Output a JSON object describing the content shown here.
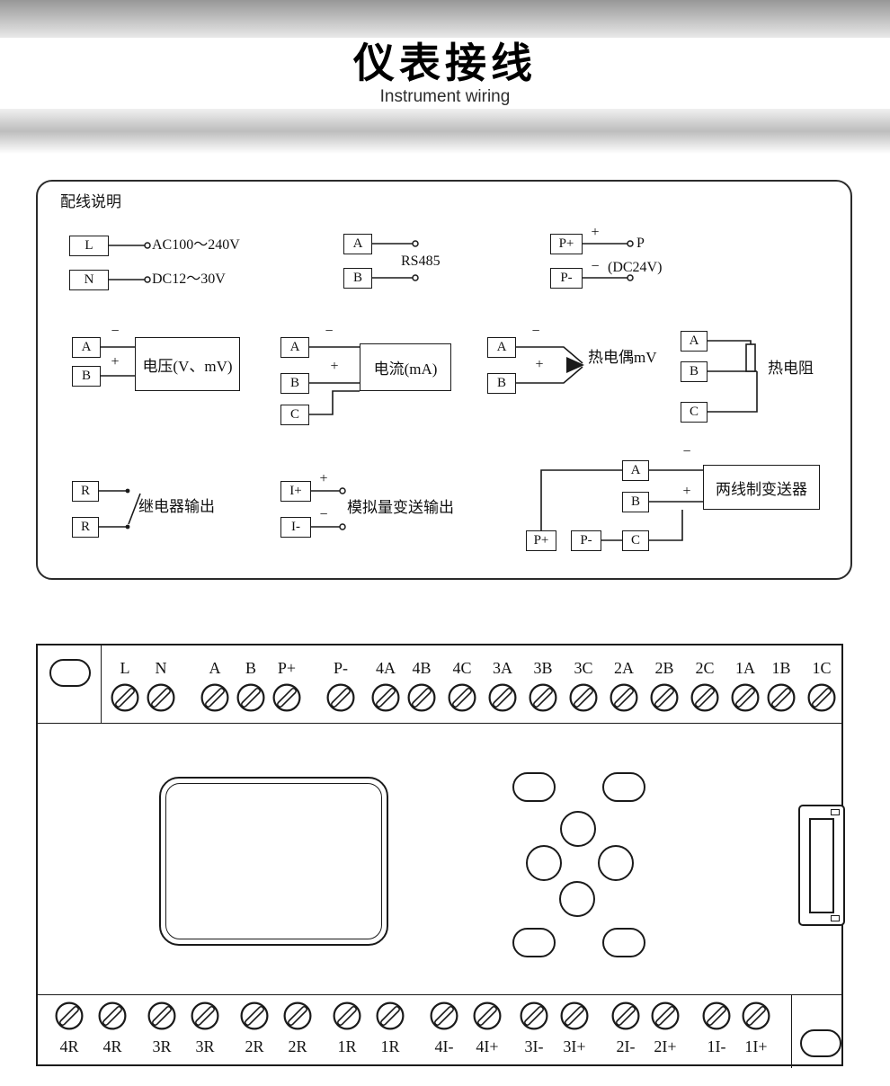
{
  "header": {
    "title": "仪表接线",
    "subtitle": "Instrument wiring"
  },
  "wiring": {
    "box_label": "配线说明",
    "power_in": {
      "t1": "L",
      "t2": "N",
      "line1": "AC100～240V",
      "line2": "DC12～30V"
    },
    "rs485": {
      "t1": "A",
      "t2": "B",
      "label": "RS485"
    },
    "power_out": {
      "t1": "P+",
      "t2": "P-",
      "plus": "+",
      "minus": "−",
      "label1": "P",
      "label2": "(DC24V)"
    },
    "voltage": {
      "t1": "A",
      "t2": "B",
      "minus": "−",
      "plus": "+",
      "label": "电压(V、mV)"
    },
    "current": {
      "t1": "A",
      "t2": "B",
      "t3": "C",
      "minus": "−",
      "plus": "+",
      "label": "电流(mA)"
    },
    "thermocouple": {
      "t1": "A",
      "t2": "B",
      "minus": "−",
      "plus": "+",
      "label": "热电偶mV"
    },
    "rtd": {
      "t1": "A",
      "t2": "B",
      "t3": "C",
      "label": "热电阻"
    },
    "relay": {
      "t1": "R",
      "t2": "R",
      "label": "继电器输出"
    },
    "analog_out": {
      "t1": "I+",
      "t2": "I-",
      "plus": "+",
      "minus": "−",
      "label": "模拟量变送输出"
    },
    "transmitter": {
      "tp1": "P+",
      "tp2": "P-",
      "t1": "A",
      "t2": "B",
      "t3": "C",
      "minus": "−",
      "plus": "+",
      "label": "两线制变送器"
    }
  },
  "terminal_block": {
    "top": [
      "L",
      "N",
      "A",
      "B",
      "P+",
      "P-",
      "4A",
      "4B",
      "4C",
      "3A",
      "3B",
      "3C",
      "2A",
      "2B",
      "2C",
      "1A",
      "1B",
      "1C"
    ],
    "bottom": [
      "4R",
      "4R",
      "3R",
      "3R",
      "2R",
      "2R",
      "1R",
      "1R",
      "4I-",
      "4I+",
      "3I-",
      "3I+",
      "2I-",
      "2I+",
      "1I-",
      "1I+"
    ]
  }
}
